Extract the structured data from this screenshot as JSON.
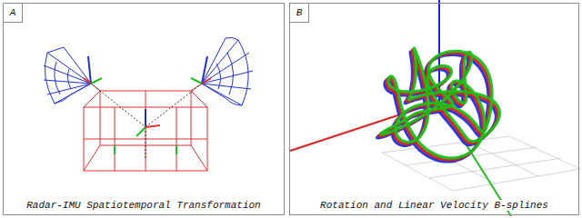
{
  "diagram": {
    "nodes": [
      {
        "text": [
          "Radar-IMU Spatiotemporal Transformation"
        ]
      },
      {
        "text": [
          "A"
        ],
        "in": 0
      },
      {
        "text": [
          "Rotation and Linear Velocity B-splines"
        ]
      },
      {
        "text": [
          "B"
        ],
        "in": 2
      }
    ]
  }
}
